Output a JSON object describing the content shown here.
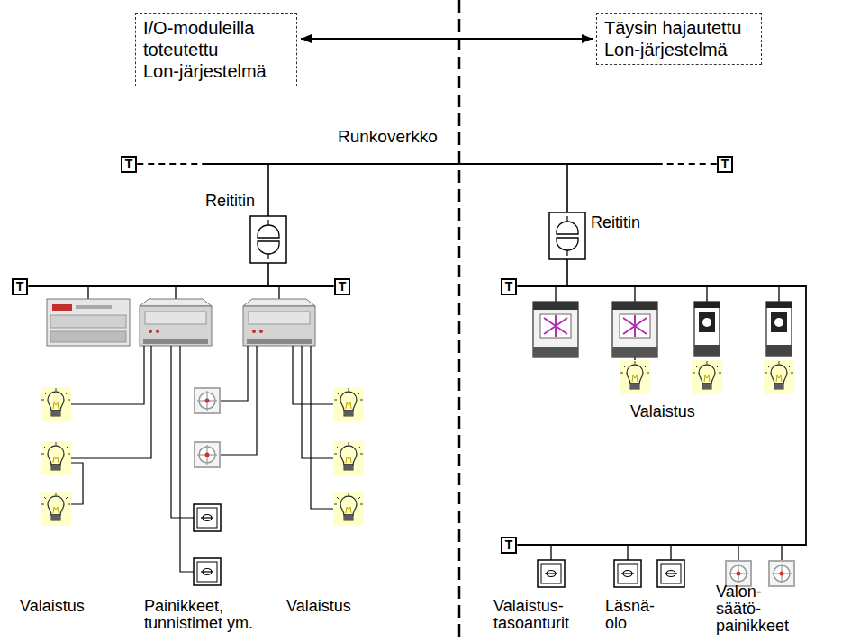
{
  "diagram": {
    "nodes": [
      {
        "text": [
          "I/O-moduleilla toteutettu Lon-järjestelmä"
        ]
      },
      {
        "text": [
          "Täysin hajautettu Lon-järjestelmä"
        ]
      },
      {
        "text": [
          "T"
        ]
      },
      {
        "text": [
          "T"
        ]
      },
      {
        "text": [
          "T"
        ]
      },
      {
        "text": [
          "T"
        ]
      },
      {
        "text": [
          "T"
        ]
      },
      {
        "text": [
          "T"
        ]
      }
    ],
    "edges": [
      {
        "from": 0,
        "to": 1,
        "arrow": "both"
      },
      {
        "from": 2,
        "to": 3,
        "arrow": "none"
      },
      {
        "from": 4,
        "to": 5,
        "arrow": "none"
      },
      {
        "from": 6,
        "to": 7,
        "arrow": "none"
      }
    ],
    "labels": [
      "Runkoverkko",
      "Reititin",
      "Reititin",
      "Valaistus",
      "Painikkeet, tunnistimet ym.",
      "Valaistus",
      "Valaistus",
      "Valaistus- tasoanturit",
      "Läsnä- olo",
      "Valon- säätö- painikkeet"
    ]
  }
}
